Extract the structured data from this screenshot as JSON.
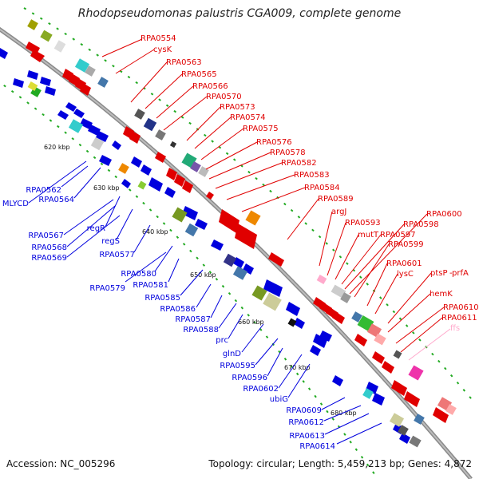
{
  "title": "Rhodopseudomonas palustris CGA009, complete genome",
  "footer": {
    "accession": "Accession: NC_005296",
    "summary": "Topology: circular; Length: 5,459,213 bp; Genes: 4,872"
  },
  "colors": {
    "forward_strand": "#e00000",
    "reverse_strand": "#0000dd",
    "rna": "#ffaacc",
    "backbone": "#999999"
  },
  "kbp_ticks": [
    "620 kbp",
    "630 kbp",
    "640 kbp",
    "650 kbp",
    "660 kbp",
    "670 kbp",
    "680 kbp"
  ],
  "forward_labels": [
    "RPA0554",
    "cysK",
    "RPA0563",
    "RPA0565",
    "RPA0566",
    "RPA0570",
    "RPA0573",
    "RPA0574",
    "RPA0575",
    "RPA0576",
    "RPA0578",
    "RPA0582",
    "RPA0583",
    "RPA0584",
    "RPA0589",
    "argJ",
    "RPA0593",
    "mutT",
    "RPA0597",
    "RPA0598",
    "RPA0600",
    "RPA0599",
    "RPA0601",
    "lysC",
    "ptsP",
    "prfA",
    "hemK",
    "RPA0610",
    "RPA0611",
    "ffs"
  ],
  "reverse_labels": [
    "RPA0562",
    "MLYCD",
    "RPA0564",
    "RPA0567",
    "regR",
    "RPA0568",
    "regS",
    "RPA0569",
    "RPA0577",
    "RPA0580",
    "RPA0579",
    "RPA0581",
    "RPA0585",
    "RPA0586",
    "RPA0587",
    "RPA0588",
    "prc",
    "glnD",
    "RPA0595",
    "RPA0596",
    "RPA0602",
    "ubiG",
    "RPA0609",
    "RPA0612",
    "RPA0613",
    "RPA0614"
  ]
}
